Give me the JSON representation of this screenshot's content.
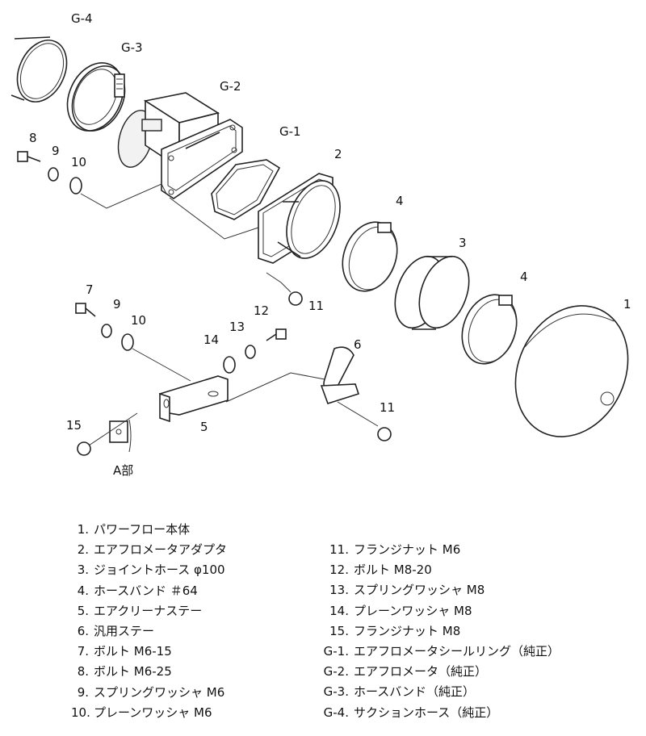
{
  "callouts": {
    "g4": "G-4",
    "g3": "G-3",
    "g2": "G-2",
    "g1": "G-1",
    "c8": "8",
    "c9a": "9",
    "c10a": "10",
    "c2": "2",
    "c4a": "4",
    "c3": "3",
    "c4b": "4",
    "c1": "1",
    "c11a": "11",
    "c7": "7",
    "c9b": "9",
    "c10b": "10",
    "c12": "12",
    "c13": "13",
    "c14": "14",
    "c6": "6",
    "c5": "5",
    "c15": "15",
    "c11b": "11",
    "detail_a": "A部"
  },
  "parts_left": [
    {
      "num": "1.",
      "name": "パワーフロー本体"
    },
    {
      "num": "2.",
      "name": "エアフロメータアダプタ"
    },
    {
      "num": "3.",
      "name": "ジョイントホース φ100"
    },
    {
      "num": "4.",
      "name": "ホースバンド ＃64"
    },
    {
      "num": "5.",
      "name": "エアクリーナステー"
    },
    {
      "num": "6.",
      "name": "汎用ステー"
    },
    {
      "num": "7.",
      "name": "ボルト M6-15"
    },
    {
      "num": "8.",
      "name": "ボルト M6-25"
    },
    {
      "num": "9.",
      "name": "スプリングワッシャ M6"
    },
    {
      "num": "10.",
      "name": "プレーンワッシャ M6"
    }
  ],
  "parts_right": [
    {
      "num": "11.",
      "name": "フランジナット M6"
    },
    {
      "num": "12.",
      "name": "ボルト M8-20"
    },
    {
      "num": "13.",
      "name": "スプリングワッシャ M8"
    },
    {
      "num": "14.",
      "name": "プレーンワッシャ M8"
    },
    {
      "num": "15.",
      "name": "フランジナット M8"
    },
    {
      "num": "G-1.",
      "name": "エアフロメータシールリング（純正）"
    },
    {
      "num": "G-2.",
      "name": "エアフロメータ（純正）"
    },
    {
      "num": "G-3.",
      "name": "ホースバンド（純正）"
    },
    {
      "num": "G-4.",
      "name": "サクションホース（純正）"
    }
  ]
}
